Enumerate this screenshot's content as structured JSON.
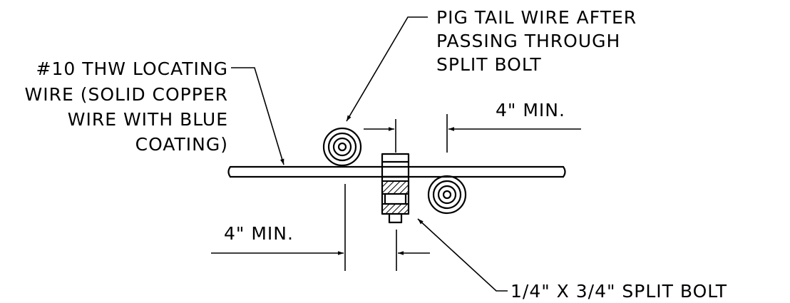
{
  "callouts": {
    "pigtail": [
      "PIG TAIL WIRE AFTER",
      "PASSING THROUGH",
      "SPLIT BOLT"
    ],
    "locating_wire": [
      "#10 THW LOCATING",
      "WIRE (SOLID COPPER",
      "WIRE WITH BLUE",
      "COATING)"
    ],
    "split_bolt": "1/4\" X 3/4\" SPLIT BOLT"
  },
  "dimensions": {
    "upper": "4\" MIN.",
    "lower": "4\" MIN."
  },
  "colors": {
    "line": "#000000",
    "background": "#ffffff"
  }
}
